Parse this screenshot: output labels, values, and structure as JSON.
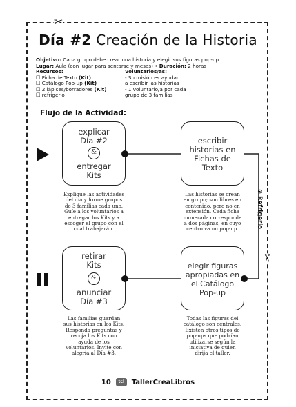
{
  "header": {
    "title_bold": "Día #2",
    "title_rest": "Creación de la Historia"
  },
  "info": {
    "objetivo_label": "Objetivo:",
    "objetivo_text": "Cada grupo debe crear una historia y elegir sus figuras pop-up",
    "lugar_label": "Lugar:",
    "lugar_text": "Aula (con lugar para sentarse y mesas) •",
    "duracion_label": "Duración:",
    "duracion_text": "2 horas",
    "recursos_label": "Recursos:",
    "recursos": [
      {
        "text": "Ficha de Texto",
        "bold": "(Kit)"
      },
      {
        "text": "Catálogo Pop-up",
        "bold": "(Kit)"
      },
      {
        "text": "2 lápices/borradores",
        "bold": "(Kit)"
      },
      {
        "text": "refrigerio",
        "bold": ""
      }
    ],
    "voluntarios_label": "Voluntarios/as:",
    "voluntarios_lines": [
      "- Su misión es ayudar",
      "a escribir las historias",
      "- 1 voluntario/a por cada",
      "grupo de 3 familias"
    ]
  },
  "flow": {
    "title": "Flujo de la Actividad:",
    "break_label": "Refrigerio",
    "box1_top": "explicar\nDía #2",
    "box1_bottom": "entregar\nKits",
    "box1_amp": "&",
    "box2": "escribir\nhistorias en\nFichas de\nTexto",
    "box3_top": "retirar\nKits",
    "box3_bottom": "anunciar\nDía #3",
    "box3_amp": "&",
    "box4": "elegir figuras\napropiadas en\nel Catálogo\nPop-up",
    "desc1": "Explique las actividades\ndel día y forme grupos\nde 3 familias cada uno.\nGuíe a los voluntarios a\nentregar los Kits y a\nescoger el grupo con el\ncual trabajarán.",
    "desc2": "Las historias se crean\nen grupo; son libres en\ncontenido, pero no en\nextensión. Cada ficha\nnumerada corresponde\na dos páginas, en cuyo\ncentro va un pop-up.",
    "desc3": "Las familias guardan\nsus historias en los Kits.\nResponda preguntas y\nrecoja los Kits con\nayuda de los\nvoluntarios. Invite con\nalegría al Día #3.",
    "desc4": "Todas las figuras del\ncatálogo son centrales.\nExisten otros tipos de\npop-ups que podrían\nutilizarse según la\niniciativa de quien\ndirija el taller."
  },
  "footer": {
    "page_number": "10",
    "logo_text": "tcl",
    "brand": "TallerCreaLibros"
  }
}
